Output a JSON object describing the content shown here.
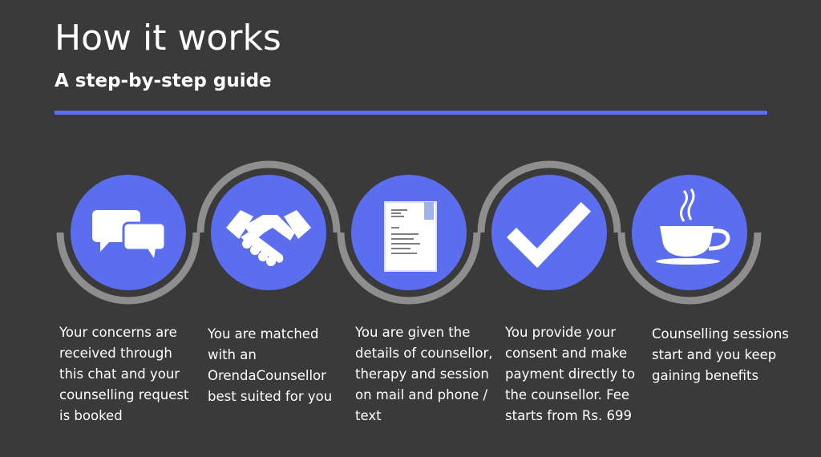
{
  "header": {
    "title": "How it works",
    "subtitle": "A step-by-step guide"
  },
  "colors": {
    "background": "#3a3a3a",
    "accent": "#5b6ef0",
    "arc": "#8e8e8e",
    "text": "#ffffff"
  },
  "steps": [
    {
      "icon": "chat-bubbles-icon",
      "text": "Your concerns are received through this chat and your counselling request is booked"
    },
    {
      "icon": "handshake-icon",
      "text": "You are matched with an OrendaCounsellor best suited for you"
    },
    {
      "icon": "document-icon",
      "text": "You are given the details of counsellor, therapy and session on mail and phone / text"
    },
    {
      "icon": "checkmark-icon",
      "text": "You provide your consent and make payment directly to the counsellor. Fee starts from Rs. 699"
    },
    {
      "icon": "coffee-cup-icon",
      "text": "Counselling sessions start and you keep gaining benefits"
    }
  ]
}
